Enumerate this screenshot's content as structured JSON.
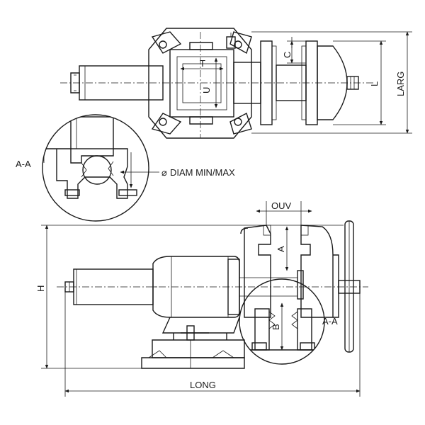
{
  "labels": {
    "section_top": "A-A",
    "section_side": "A-A",
    "diam": "DIAM MIN/MAX",
    "diam_symbol": "⌀",
    "T": "T",
    "U": "U",
    "C": "C",
    "L": "L",
    "LARG": "LARG",
    "OUV": "OUV",
    "A": "A",
    "B": "B",
    "H": "H",
    "LONG": "LONG"
  }
}
